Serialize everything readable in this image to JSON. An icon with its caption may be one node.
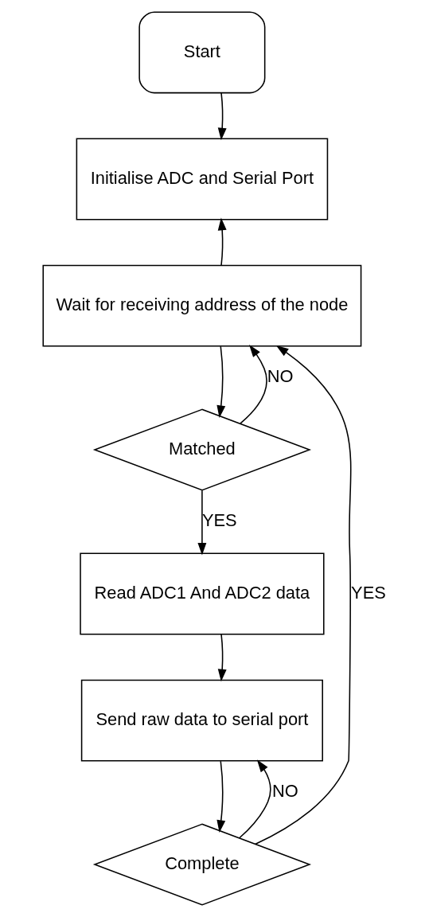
{
  "diagram": {
    "nodes": [
      {
        "text": [
          "Start"
        ]
      },
      {
        "text": [
          "Initialise ADC and Serial Port"
        ]
      },
      {
        "text": [
          "Wait for receiving address of the node"
        ]
      },
      {
        "text": [
          "Matched"
        ]
      },
      {
        "text": [
          "Read ADC1 And ADC2 data"
        ]
      },
      {
        "text": [
          "Send raw data to serial port"
        ]
      },
      {
        "text": [
          "Complete"
        ]
      }
    ],
    "edges": [
      {
        "from": 0,
        "to": 1,
        "arrow": "to"
      },
      {
        "from": 2,
        "to": 1,
        "arrow": "to"
      },
      {
        "from": 2,
        "to": 3,
        "arrow": "to"
      },
      {
        "from": 3,
        "to": 2,
        "arrow": "to",
        "label": "NO"
      },
      {
        "from": 3,
        "to": 4,
        "arrow": "to",
        "label": "YES"
      },
      {
        "from": 4,
        "to": 5,
        "arrow": "to"
      },
      {
        "from": 6,
        "to": 5,
        "arrow": "to",
        "label": "NO"
      },
      {
        "from": 5,
        "to": 6,
        "arrow": "to"
      },
      {
        "from": 6,
        "to": 2,
        "arrow": "to",
        "label": "YES"
      }
    ]
  }
}
